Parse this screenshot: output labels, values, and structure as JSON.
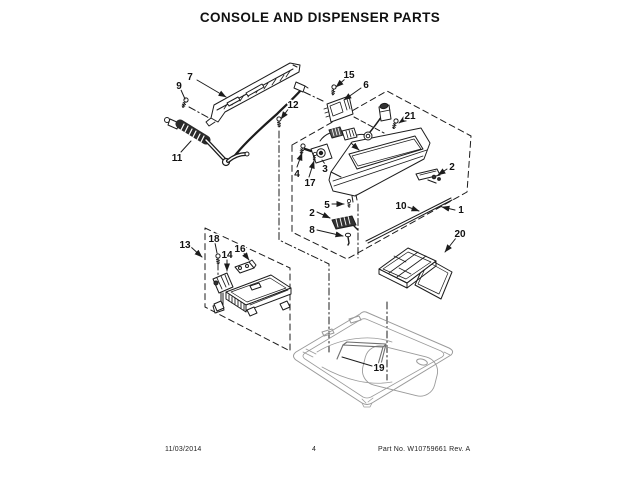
{
  "title": "CONSOLE AND DISPENSER PARTS",
  "footer": {
    "date": "11/03/2014",
    "page": "4",
    "part_no": "Part No. W10759661  Rev. A"
  },
  "colors": {
    "ink": "#1c1c1c",
    "panel_gray": "#9a9a9a",
    "bracket_gray": "#6f6f6f",
    "background": "#ffffff"
  },
  "callouts": {
    "n1": "1",
    "n2a": "2",
    "n2b": "2",
    "n3": "3",
    "n4": "4",
    "n5": "5",
    "n6": "6",
    "n7": "7",
    "n8": "8",
    "n9": "9",
    "n10": "10",
    "n11": "11",
    "n12": "12",
    "n13": "13",
    "n14": "14",
    "n15": "15",
    "n16": "16",
    "n17": "17",
    "n18": "18",
    "n19": "19",
    "n20": "20",
    "n21": "21"
  }
}
